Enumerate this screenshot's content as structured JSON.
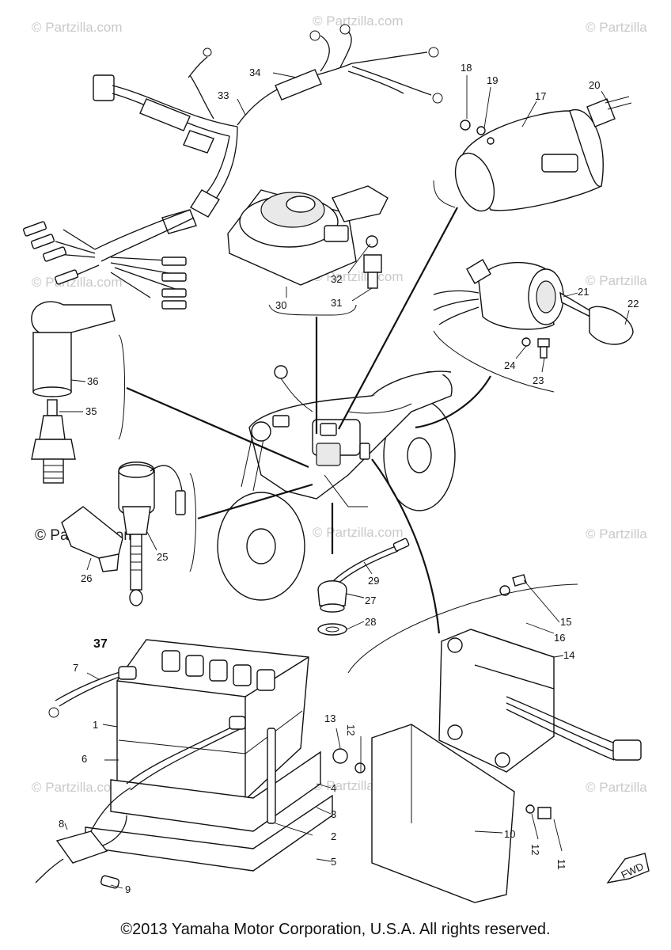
{
  "watermark": {
    "text": "© Partzilla.com",
    "text_short": "© Partzilla",
    "text_dark": "© Partzilla.com"
  },
  "callouts": {
    "c1": "1",
    "c2": "2",
    "c3": "3",
    "c4": "4",
    "c5": "5",
    "c6": "6",
    "c7": "7",
    "c8": "8",
    "c9": "9",
    "c10": "10",
    "c11": "11",
    "c12a": "12",
    "c12b": "12",
    "c13": "13",
    "c14": "14",
    "c15": "15",
    "c16": "16",
    "c17": "17",
    "c18": "18",
    "c19": "19",
    "c20": "20",
    "c21": "21",
    "c22": "22",
    "c23": "23",
    "c24": "24",
    "c25": "25",
    "c26": "26",
    "c27": "27",
    "c28": "28",
    "c29": "29",
    "c30": "30",
    "c31": "31",
    "c32": "32",
    "c33": "33",
    "c34": "34",
    "c35": "35",
    "c36": "36",
    "c37": "37"
  },
  "fwd_label": "FWD",
  "copyright": "©2013 Yamaha Motor Corporation, U.S.A. All rights reserved."
}
